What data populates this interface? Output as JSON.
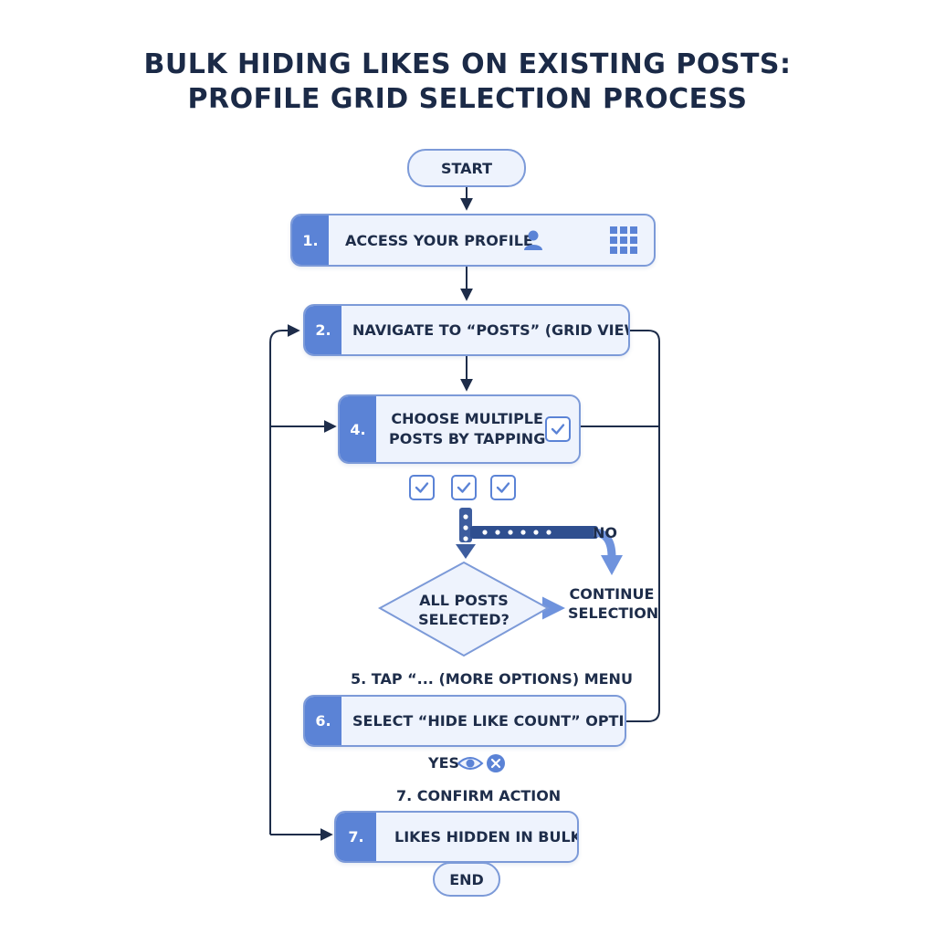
{
  "title": {
    "line1": "BULK HIDING LIKES ON EXISTING POSTS:",
    "line2": "PROFILE GRID SELECTION PROCESS"
  },
  "nodes": {
    "start": "START",
    "step1": {
      "number": "1.",
      "label": "ACCESS YOUR PROFILE",
      "icons": [
        "person-icon",
        "grid-icon"
      ]
    },
    "step2": {
      "number": "2.",
      "label": "NAVIGATE TO “POSTS” (GRID VIEW)"
    },
    "step4": {
      "number": "4.",
      "label_line1": "CHOOSE MULTIPLE",
      "label_line2": "POSTS BY TAPPING",
      "icon": "checkbox-icon"
    },
    "decision": {
      "line1": "ALL POSTS",
      "line2": "SELECTED?"
    },
    "no_label": "NO",
    "continue": {
      "line1": "CONTINUE",
      "line2": "SELECTION"
    },
    "step5_text": "5. TAP “... (MORE OPTIONS) MENU",
    "step6": {
      "number": "6.",
      "label": "SELECT “HIDE LIKE COUNT” OPTION"
    },
    "yes_label": "YES",
    "yes_icons": [
      "eye-icon",
      "close-circle-icon"
    ],
    "step7_text": "7. CONFIRM ACTION",
    "step7": {
      "number": "7.",
      "label": "LIKES HIDDEN IN BULK"
    },
    "end": "END"
  },
  "colors": {
    "accent": "#5b83d6",
    "border": "#7c9ad8",
    "fill": "#eef3fd",
    "text": "#1e2d4a",
    "connector": "#1e2d4a"
  }
}
